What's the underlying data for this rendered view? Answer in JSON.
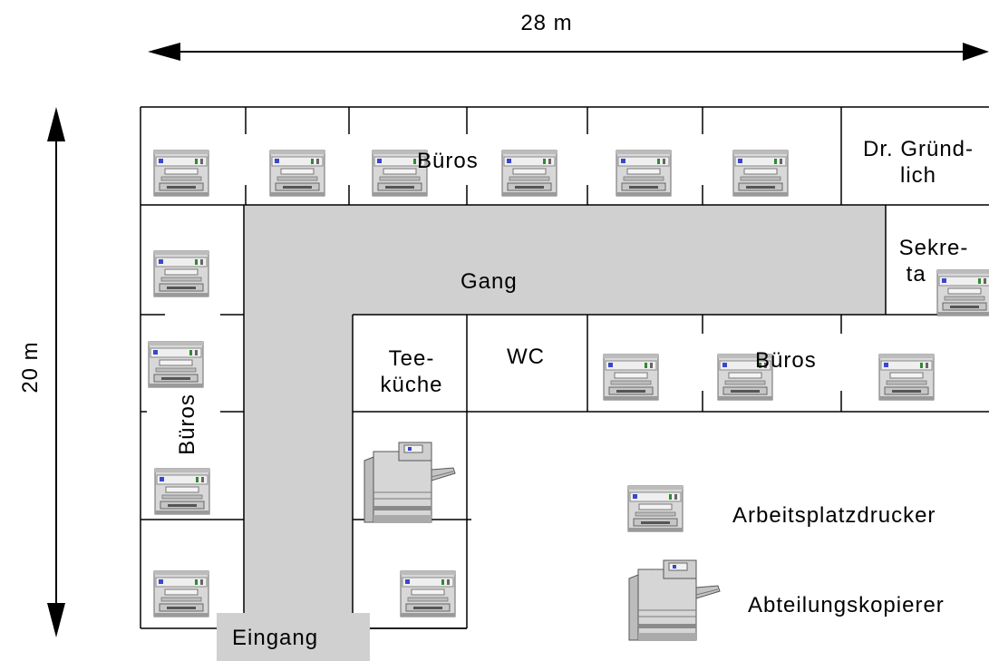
{
  "dimensions": {
    "width_label": "28 m",
    "height_label": "20 m"
  },
  "rooms": {
    "top_offices": "Büros",
    "head_office_line1": "Dr. Gründ-",
    "head_office_line2": "lich",
    "secretary_line1": "Sekre-",
    "secretary_line2": "ta",
    "corridor": "Gang",
    "tea_kitchen_line1": "Tee-",
    "tea_kitchen_line2": "küche",
    "wc": "WC",
    "middle_offices": "Büros",
    "left_offices": "Büros",
    "entrance": "Eingang"
  },
  "legend": {
    "desk_printer": "Arbeitsplatzdrucker",
    "department_copier": "Abteilungskopierer"
  },
  "colors": {
    "corridor": "#d0d0d0",
    "lines": "#000000",
    "printer_body": "#d8d8d8",
    "printer_accent": "#3a46d0"
  },
  "icons": {
    "printer": "desk-printer-icon",
    "copier": "copier-icon"
  }
}
